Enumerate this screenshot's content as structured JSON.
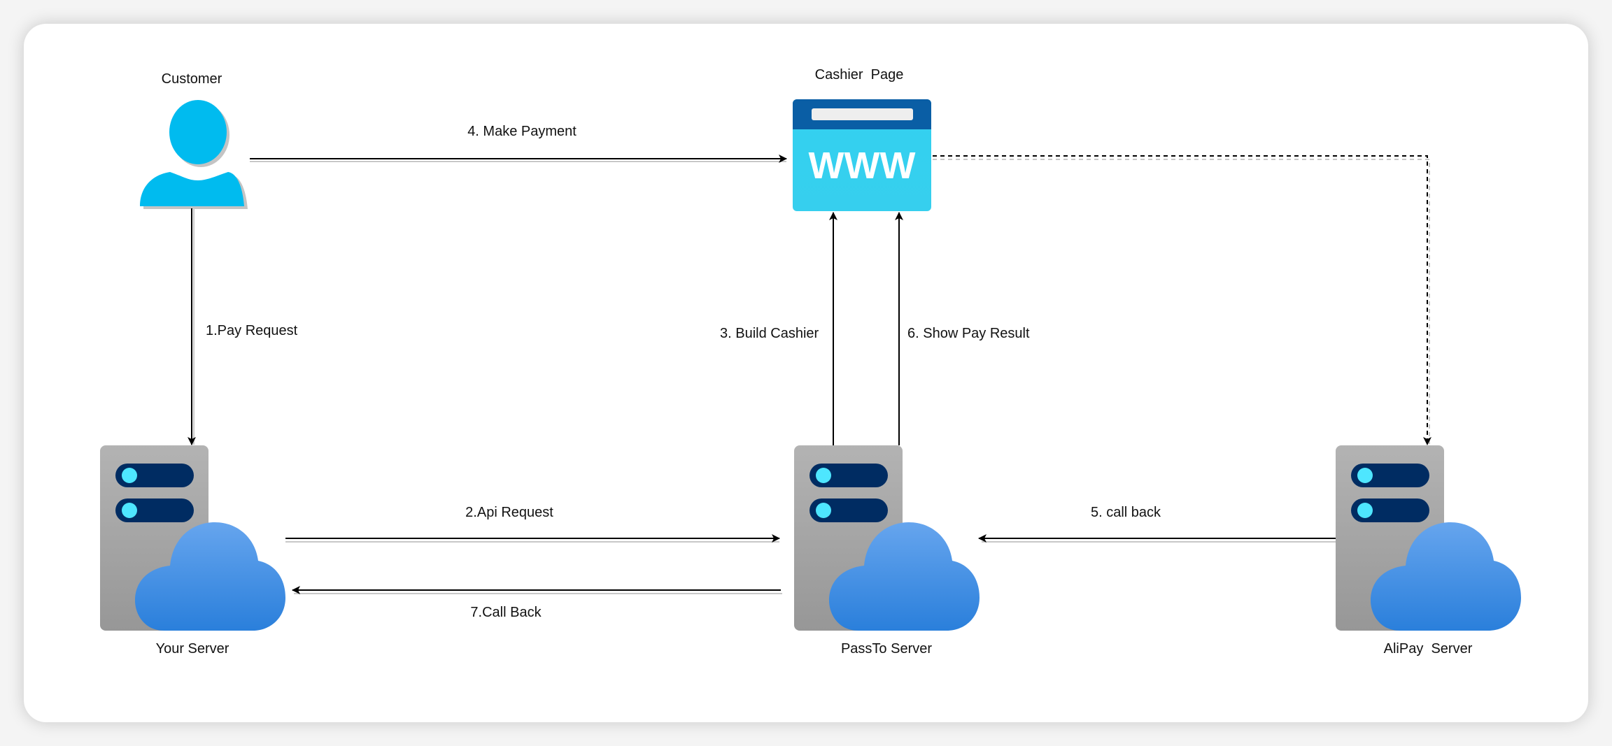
{
  "nodes": {
    "customer": {
      "label": "Customer",
      "icon": "user-icon"
    },
    "cashier_page": {
      "label": "Cashier  Page",
      "icon": "web-page-icon",
      "glyph": "WWW"
    },
    "your_server": {
      "label": "Your Server",
      "icon": "cloud-server-icon"
    },
    "passto_server": {
      "label": "PassTo Server",
      "icon": "cloud-server-icon"
    },
    "alipay_server": {
      "label": "AliPay  Server",
      "icon": "cloud-server-icon"
    }
  },
  "edges": {
    "pay_request": {
      "label": "1.Pay Request",
      "from": "Customer",
      "to": "Your Server",
      "style": "solid"
    },
    "api_request": {
      "label": "2.Api Request",
      "from": "Your Server",
      "to": "PassTo Server",
      "style": "solid"
    },
    "build_cashier": {
      "label": "3. Build Cashier",
      "from": "PassTo Server",
      "to": "Cashier  Page",
      "style": "solid"
    },
    "make_payment": {
      "label": "4. Make Payment",
      "from": "Customer",
      "to": "Cashier  Page",
      "style": "solid"
    },
    "cashier_to_alipay": {
      "label": "",
      "from": "Cashier  Page",
      "to": "AliPay  Server",
      "style": "dashed"
    },
    "call_back_5": {
      "label": "5. call back",
      "from": "AliPay  Server",
      "to": "PassTo Server",
      "style": "solid"
    },
    "show_pay_result": {
      "label": "6. Show Pay Result",
      "from": "PassTo Server",
      "to": "Cashier  Page",
      "style": "solid"
    },
    "call_back_7": {
      "label": "7.Call Back",
      "from": "PassTo Server",
      "to": "Your Server",
      "style": "solid"
    }
  },
  "colors": {
    "person": "#00bbef",
    "browser_header": "#0a5ea5",
    "browser_body": "#33d1f0",
    "server_rack": "#a8a8a8",
    "server_slot": "#002c62",
    "server_led": "#4ee6ff",
    "cloud_top": "#64a3ec",
    "cloud_bottom": "#2a80dc"
  }
}
